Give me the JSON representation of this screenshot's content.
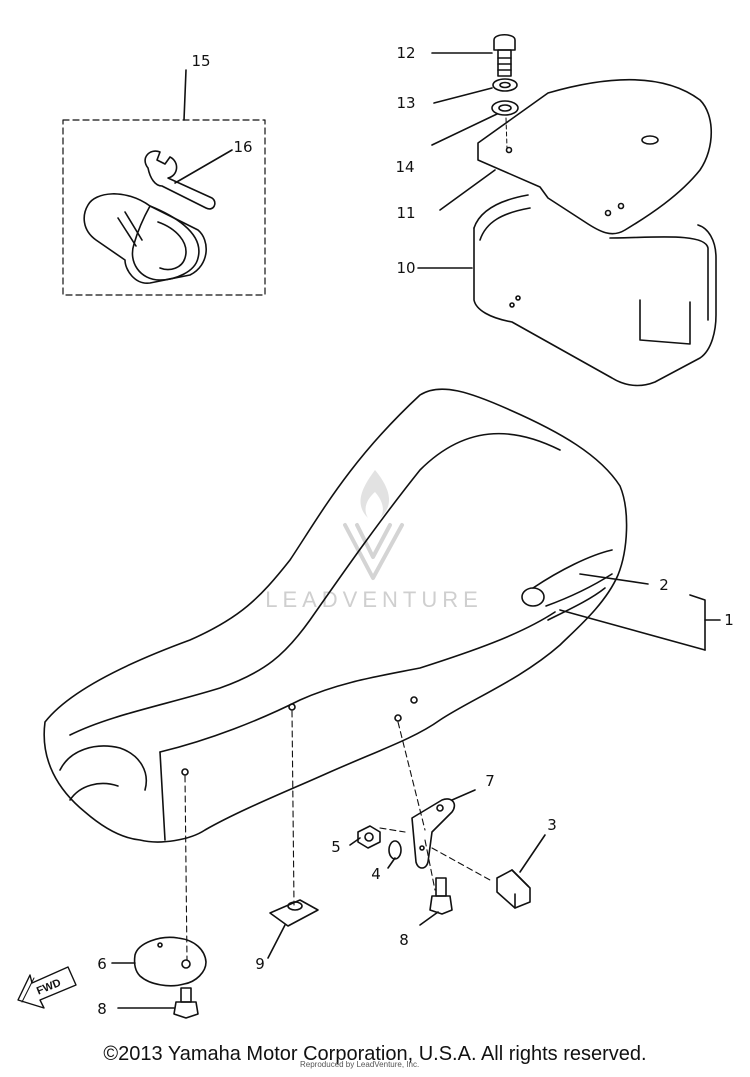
{
  "watermark": {
    "brand": "LEADVENTURE"
  },
  "callouts": {
    "c1": "1",
    "c2": "2",
    "c3": "3",
    "c4": "4",
    "c5": "5",
    "c6": "6",
    "c7": "7",
    "c8a": "8",
    "c8b": "8",
    "c9": "9",
    "c10": "10",
    "c11": "11",
    "c12": "12",
    "c13": "13",
    "c14": "14",
    "c15": "15",
    "c16": "16"
  },
  "fwd_label": "FWD",
  "footer": {
    "copyright": "©2013 Yamaha Motor Corporation, U.S.A. All rights reserved.",
    "reproduced": "Reproduced by LeadVenture, Inc."
  }
}
